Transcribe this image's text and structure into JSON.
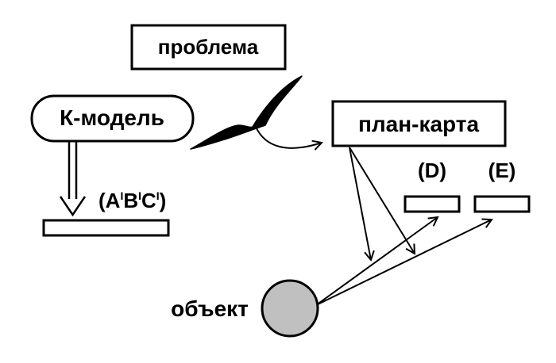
{
  "labels": {
    "problem": "проблема",
    "k_model": "К-модель",
    "plan_map": "план-карта",
    "object": "объект",
    "abc_open": "(A",
    "abc_prime": "I",
    "abc_b": "B",
    "abc_c": "C",
    "abc_close": ")",
    "d": "(D)",
    "e": "(E)"
  },
  "colors": {
    "stroke": "#000000",
    "object_fill": "#c0c0c0",
    "background": "#ffffff"
  }
}
